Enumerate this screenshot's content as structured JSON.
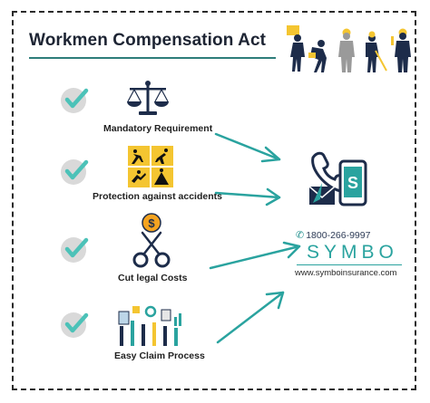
{
  "title": "Workmen Compensation Act",
  "features": [
    {
      "label": "Mandatory Requirement",
      "icon": "scales-icon"
    },
    {
      "label": "Protection against accidents",
      "icon": "accident-signs-icon"
    },
    {
      "label": "Cut legal Costs",
      "icon": "scissors-dollar-icon"
    },
    {
      "label": "Easy Claim Process",
      "icon": "claim-process-icon"
    }
  ],
  "contact": {
    "phone": "1800-266-9997",
    "brand": "SYMBO",
    "website": "www.symboinsurance.com"
  },
  "colors": {
    "teal": "#2aa39f",
    "navy": "#1d2c4a",
    "yellow": "#f4c531",
    "check": "#4cc2b8"
  }
}
